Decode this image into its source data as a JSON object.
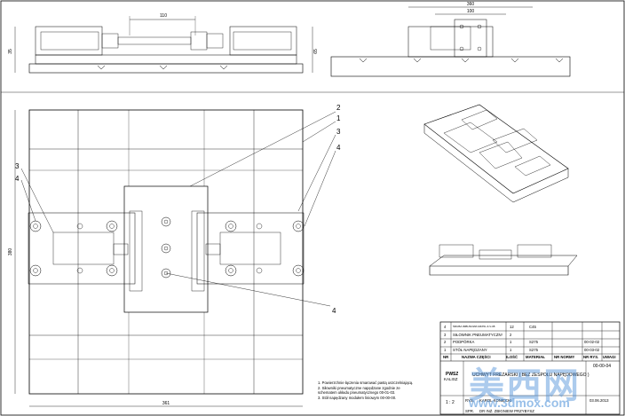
{
  "dims": {
    "top_width": "110",
    "top_left_height": "35",
    "top_right_height": "65",
    "side_width_outer": "360",
    "side_width_inner": "100",
    "plan_height": "380",
    "plan_width": "361"
  },
  "callouts": {
    "c1": "1",
    "c2": "2",
    "c3_right": "3",
    "c4_right": "4",
    "c3_left": "3",
    "c4_left": "4",
    "c4_bottom": "4"
  },
  "notes": [
    "1. Powierzchnie łączenia smarować pastą uszczelniającą.",
    "2. Siłowniki pneumatyczne napędzane zgodnie ze",
    "   schematem układu pneumatycznego 00-01-03.",
    "3. Stół napędzany modułem liniowym 00-00-00."
  ],
  "parts": {
    "headers": {
      "nr": "NR",
      "name": "NAZWA CZĘŚCI",
      "qty": "ILOŚĆ",
      "material": "MATERIAŁ",
      "norm": "NR NORMY",
      "drawing": "NR RYS.",
      "remarks": "UWAGI"
    },
    "rows": [
      {
        "nr": "4",
        "name": "ŚRUBA IMBUSOWA M4X5L Z-V-08",
        "qty": "12",
        "material": "C45",
        "norm": "",
        "drawing": ""
      },
      {
        "nr": "3",
        "name": "SIŁOWNIK PNEUMATYCZNY",
        "qty": "2",
        "material": "",
        "norm": "",
        "drawing": ""
      },
      {
        "nr": "2",
        "name": "PODPÓRKA",
        "qty": "1",
        "material": "S275",
        "norm": "",
        "drawing": "00-02-02"
      },
      {
        "nr": "1",
        "name": "STÓŁ NAPĘDZANY",
        "qty": "1",
        "material": "S275",
        "norm": "",
        "drawing": "00-03-02"
      }
    ]
  },
  "title_block": {
    "scale_label": "PWSZ",
    "scale_sub": "KALISZ",
    "title": "UCHWYT FREZARSKI ( BEZ ZESPOŁU NAPĘDOWEGO )",
    "number": "00-00-04",
    "scale": "1 : 2",
    "rys_label": "RYS.",
    "drawn_by": "KAROL KONIECKI",
    "spr_label": "SPR.",
    "checked_by": "DR INŻ. ZBIGNIEW PRZYBYSZ",
    "date": "03.06.2013"
  },
  "watermark": {
    "text": "美西网",
    "url": "www.3dmox.com"
  }
}
